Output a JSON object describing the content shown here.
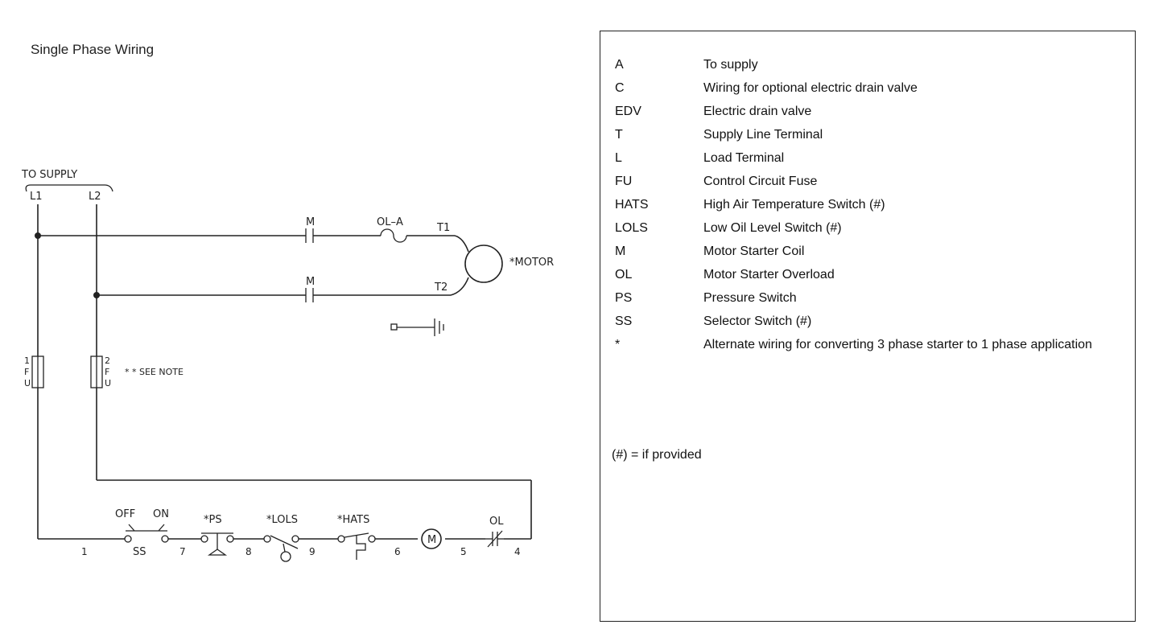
{
  "title": "Single Phase Wiring",
  "diagram": {
    "supply_label": "TO SUPPLY",
    "line1": "L1",
    "line2": "L2",
    "contact_m_1": "M",
    "contact_m_2": "M",
    "overload_heater": "OL–A",
    "terminal_t1": "T1",
    "terminal_t2": "T2",
    "motor": "*MOTOR",
    "fuse1": [
      "1",
      "F",
      "U"
    ],
    "fuse2": [
      "2",
      "F",
      "U"
    ],
    "fuse_note": "* * SEE NOTE",
    "ss_off": "OFF",
    "ss_on": "ON",
    "ss": "SS",
    "ps": "*PS",
    "lols": "*LOLS",
    "hats": "*HATS",
    "coil": "M",
    "ol": "OL",
    "wire_numbers": [
      "1",
      "7",
      "8",
      "9",
      "6",
      "5",
      "4"
    ]
  },
  "legend": {
    "rows": [
      {
        "code": "A",
        "desc": "To supply"
      },
      {
        "code": "C",
        "desc": "Wiring for optional electric drain valve"
      },
      {
        "code": "EDV",
        "desc": "Electric drain valve"
      },
      {
        "code": "T",
        "desc": "Supply Line Terminal"
      },
      {
        "code": "L",
        "desc": "Load Terminal"
      },
      {
        "code": "FU",
        "desc": "Control Circuit Fuse"
      },
      {
        "code": "HATS",
        "desc": "High Air Temperature Switch (#)"
      },
      {
        "code": "LOLS",
        "desc": "Low Oil Level Switch (#)"
      },
      {
        "code": "M",
        "desc": "Motor Starter Coil"
      },
      {
        "code": "OL",
        "desc": "Motor Starter Overload"
      },
      {
        "code": "PS",
        "desc": "Pressure Switch"
      },
      {
        "code": "SS",
        "desc": "Selector Switch (#)"
      },
      {
        "code": "*",
        "desc": "Alternate wiring for converting 3 phase starter to 1 phase application"
      }
    ],
    "footnote": "(#) = if provided"
  }
}
